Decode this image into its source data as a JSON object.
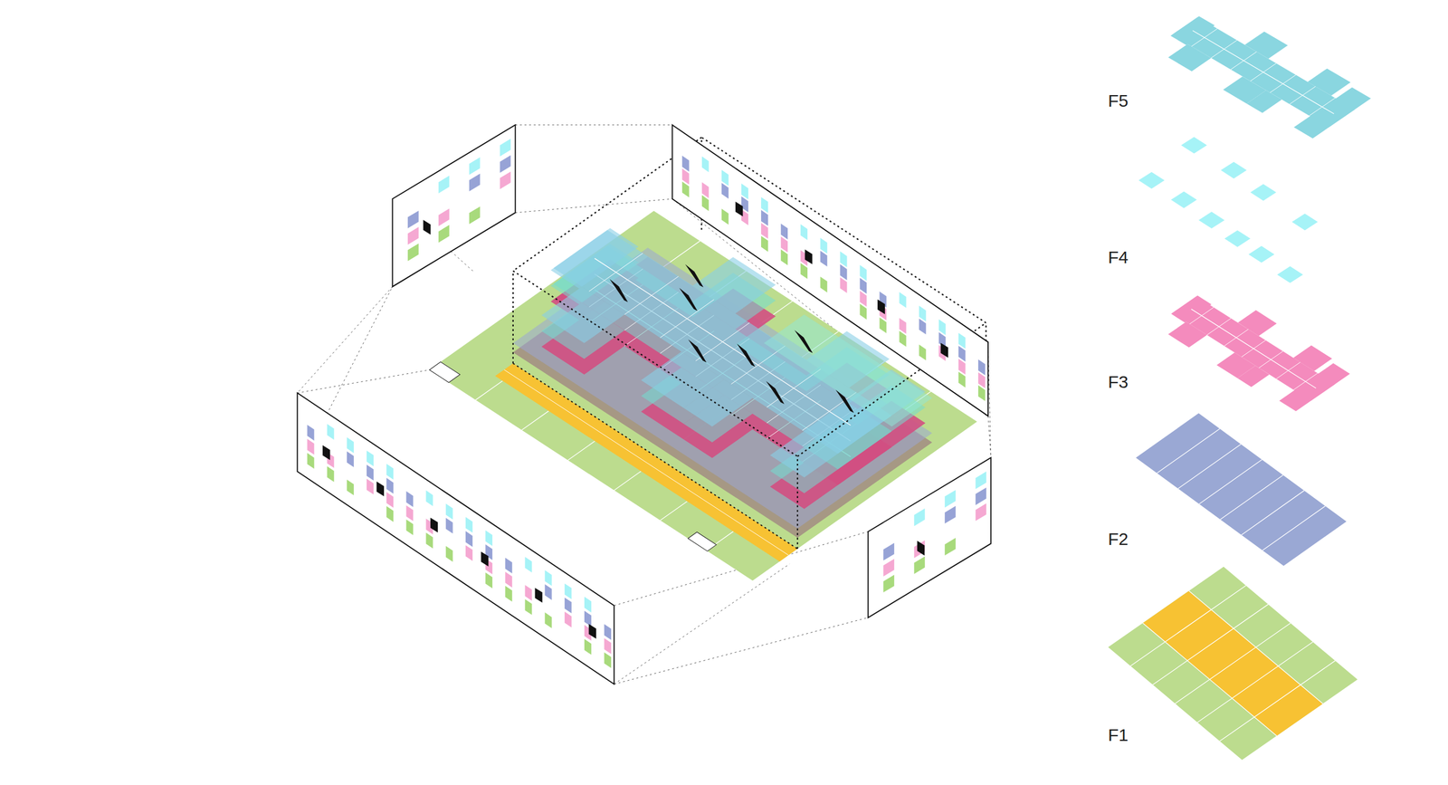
{
  "diagram": {
    "labels": [
      "F5",
      "F4",
      "F3",
      "F2",
      "F1"
    ]
  }
}
